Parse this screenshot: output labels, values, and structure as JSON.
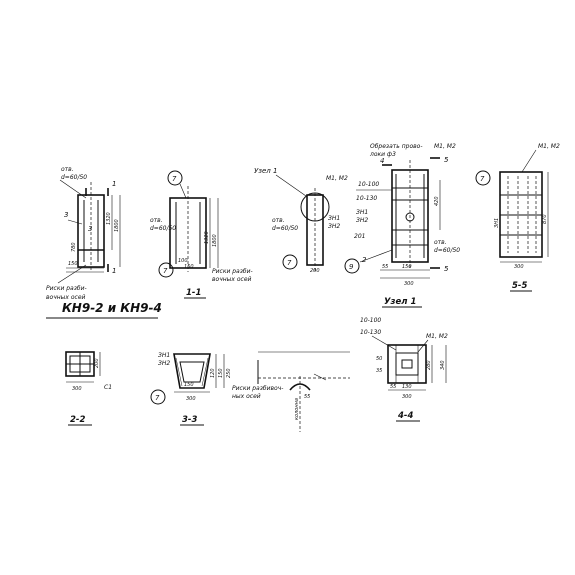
{
  "title": "КН9-2 и КН9-4",
  "sections": {
    "s11": "1-1",
    "s22": "2-2",
    "s33": "3-3",
    "s44": "4-4",
    "s55": "5-5",
    "uzel": "Узел 1"
  },
  "callouts": {
    "uzel1": "Узел 1",
    "c7": "7",
    "c9": "9",
    "c2": "2",
    "c3": "3"
  },
  "labels": {
    "otv": "отв.",
    "d6050": "d=60/50",
    "riski1": "Риски разби-",
    "riski2": "вочных осей",
    "riski3": "Риски разбивоч-",
    "riski4": "ных осей",
    "m1m2": "М1, М2",
    "zn1": "ЗН1",
    "zn2": "ЗН2",
    "obrez1": "Обрезать прово-",
    "obrez2": "локи ф3",
    "l100": "10-100",
    "l130": "10-130",
    "c1": "С1",
    "kolonna": "колонна"
  },
  "markers": [
    "1",
    "1",
    "3",
    "3",
    "4",
    "4",
    "5",
    "5"
  ],
  "dims": {
    "d300": "300",
    "d200": "200",
    "d150": "150",
    "d100": "100",
    "d780": "780",
    "d1320": "1320",
    "d1800": "1800",
    "d420": "420",
    "d870": "870",
    "d280": "280",
    "d340": "340",
    "d50": "50",
    "d201": "201",
    "d35": "35",
    "d130": "130",
    "d120": "120",
    "d250": "250",
    "d55": "55"
  }
}
